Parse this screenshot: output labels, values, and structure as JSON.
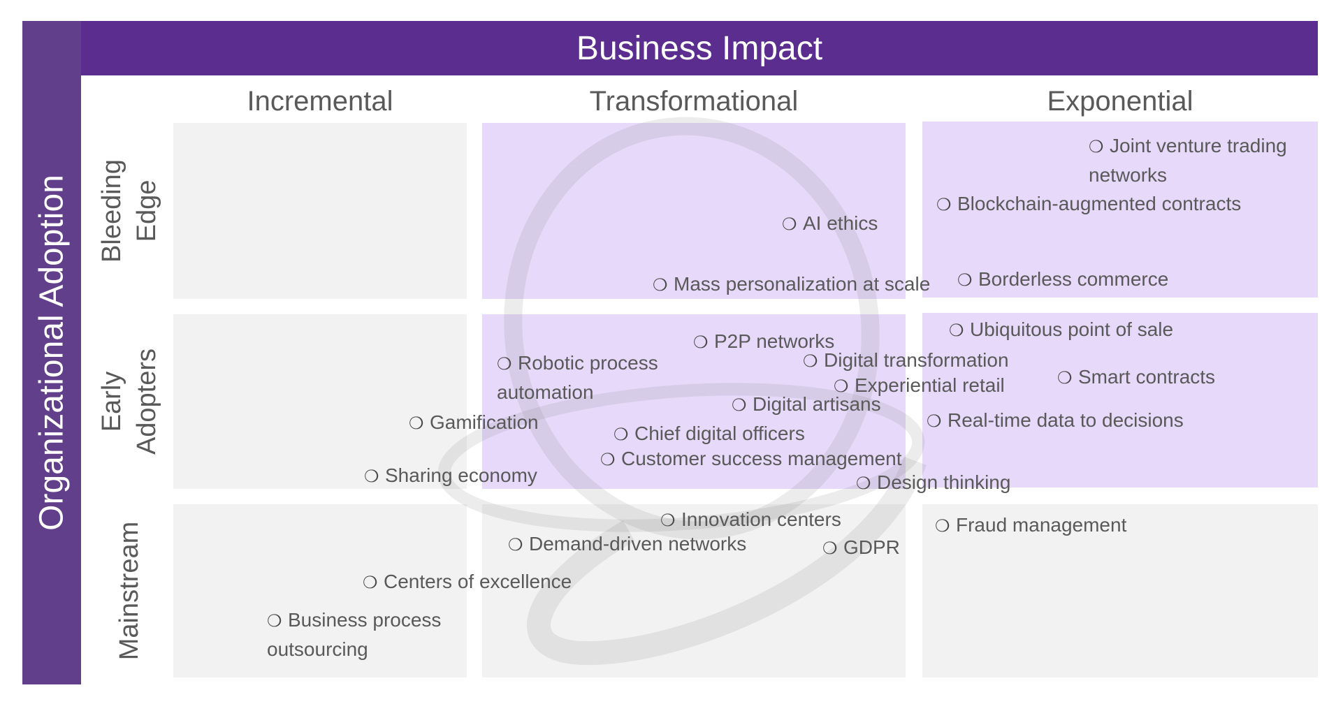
{
  "header": {
    "title": "Business Impact"
  },
  "side": {
    "title": "Organizational Adoption"
  },
  "columns": [
    {
      "label": "Incremental"
    },
    {
      "label": "Transformational"
    },
    {
      "label": "Exponential"
    }
  ],
  "rows": [
    {
      "label_line1": "Bleeding",
      "label_line2": "Edge"
    },
    {
      "label_line1": "Early",
      "label_line2": "Adopters"
    },
    {
      "label_line1": "Mainstream",
      "label_line2": ""
    }
  ],
  "colors": {
    "header_bar": "#5B2D8E",
    "side_bar": "#623F8B",
    "cell_grey": "#F2F2F2",
    "cell_lavender": "#E6D9FA",
    "text": "#595959"
  },
  "bullet_icon": "❍",
  "items": [
    {
      "text": "Joint venture trading",
      "text2": "networks",
      "column": "Exponential",
      "row": "Bleeding Edge"
    },
    {
      "text": "Blockchain-augmented contracts",
      "column": "Exponential",
      "row": "Bleeding Edge"
    },
    {
      "text": "AI ethics",
      "column": "Transformational",
      "row": "Bleeding Edge"
    },
    {
      "text": "Mass personalization at scale",
      "column": "Transformational",
      "row": "Bleeding Edge"
    },
    {
      "text": "Borderless commerce",
      "column": "Exponential",
      "row": "Bleeding Edge"
    },
    {
      "text": "Ubiquitous point of sale",
      "column": "Exponential",
      "row": "Early Adopters"
    },
    {
      "text": "P2P networks",
      "column": "Transformational",
      "row": "Early Adopters"
    },
    {
      "text": "Digital transformation",
      "column": "Transformational",
      "row": "Early Adopters"
    },
    {
      "text": "Robotic process",
      "text2": "automation",
      "column": "Transformational",
      "row": "Early Adopters"
    },
    {
      "text": "Experiential retail",
      "column": "Transformational",
      "row": "Early Adopters"
    },
    {
      "text": "Smart contracts",
      "column": "Exponential",
      "row": "Early Adopters"
    },
    {
      "text": "Digital artisans",
      "column": "Transformational",
      "row": "Early Adopters"
    },
    {
      "text": "Real-time data to decisions",
      "column": "Exponential",
      "row": "Early Adopters"
    },
    {
      "text": "Gamification",
      "column": "Incremental",
      "row": "Early Adopters"
    },
    {
      "text": "Chief digital officers",
      "column": "Transformational",
      "row": "Early Adopters"
    },
    {
      "text": "Customer success management",
      "column": "Transformational",
      "row": "Early Adopters"
    },
    {
      "text": "Sharing economy",
      "column": "Incremental",
      "row": "Early Adopters"
    },
    {
      "text": "Design thinking",
      "column": "Transformational",
      "row": "Early Adopters"
    },
    {
      "text": "Innovation centers",
      "column": "Transformational",
      "row": "Mainstream"
    },
    {
      "text": "Fraud management",
      "column": "Exponential",
      "row": "Mainstream"
    },
    {
      "text": "Demand-driven networks",
      "column": "Transformational",
      "row": "Mainstream"
    },
    {
      "text": "GDPR",
      "column": "Transformational",
      "row": "Mainstream"
    },
    {
      "text": "Centers of excellence",
      "column": "Incremental",
      "row": "Mainstream"
    },
    {
      "text": "Business process",
      "text2": "outsourcing",
      "column": "Incremental",
      "row": "Mainstream"
    }
  ]
}
